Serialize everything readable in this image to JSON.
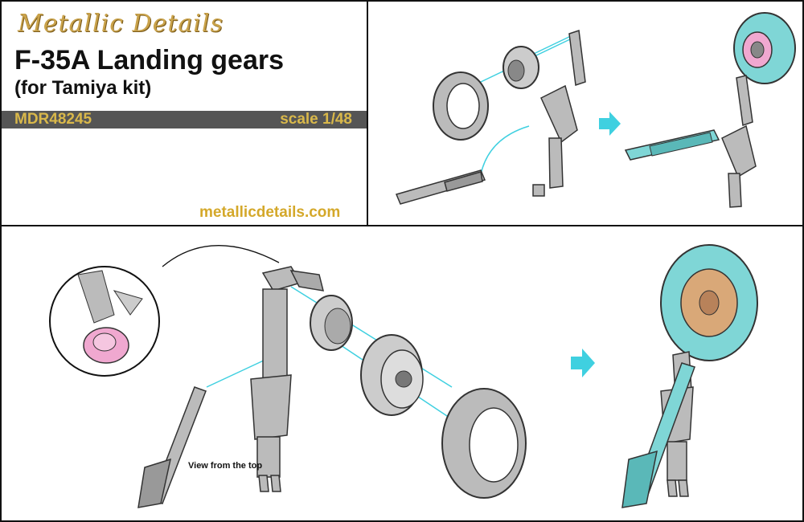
{
  "header": {
    "brand": "Metallic Details",
    "title": "F-35A Landing gears",
    "subtitle": "(for Tamiya kit)",
    "product_code": "MDR48245",
    "scale": "scale 1/48",
    "website": "metallicdetails.com"
  },
  "annotations": {
    "view_note": "View from the top"
  },
  "colors": {
    "brand_gold": "#c9a24a",
    "code_bar": "#555555",
    "code_text": "#d9b84a",
    "assembled_cyan": "#7fd6d6",
    "hub_copper": "#d9a878",
    "detail_pink": "#f0a8d0",
    "guide_line": "#3fd0e0",
    "arrow": "#3fd0e0"
  },
  "icons": [
    "arrow-right-icon"
  ]
}
